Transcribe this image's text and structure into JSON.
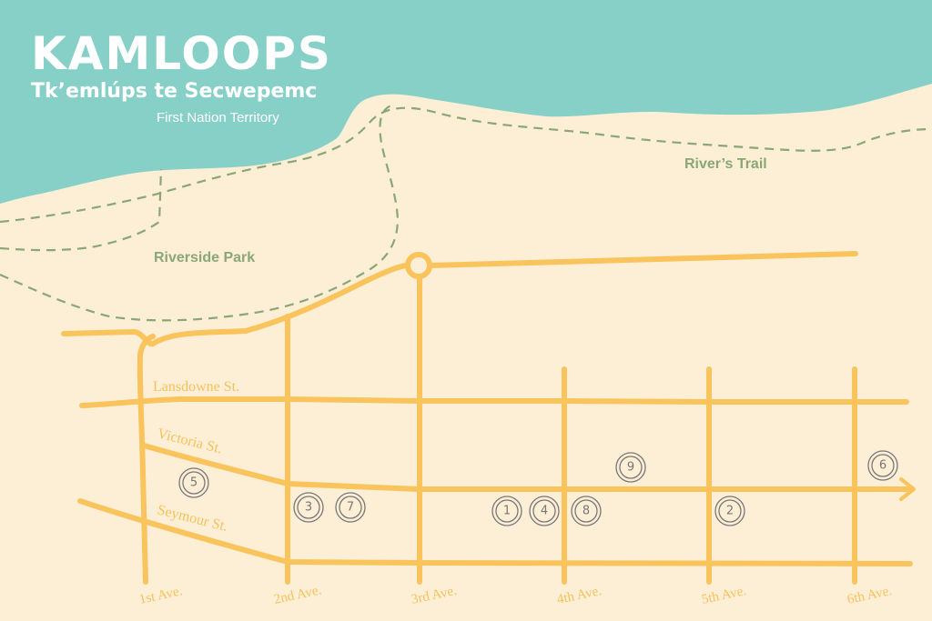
{
  "title": {
    "main": "KAMLOOPS",
    "sub": "Tk’emlúps te Secwepemc",
    "small": "First Nation Territory"
  },
  "areas": {
    "park": "Riverside Park",
    "trail": "River’s Trail"
  },
  "streets": {
    "lansdowne": "Lansdowne St.",
    "victoria": "Victoria St.",
    "seymour": "Seymour St."
  },
  "avenues": [
    "1st Ave.",
    "2nd Ave.",
    "3rd Ave.",
    "4th Ave.",
    "5th Ave.",
    "6th Ave."
  ],
  "markers": [
    "1",
    "2",
    "3",
    "4",
    "5",
    "6",
    "7",
    "8",
    "9"
  ],
  "colors": {
    "water": "#87d0c7",
    "land": "#fdeed6",
    "road": "#f9c45c",
    "trail": "#8aa775",
    "marker": "#777777"
  }
}
